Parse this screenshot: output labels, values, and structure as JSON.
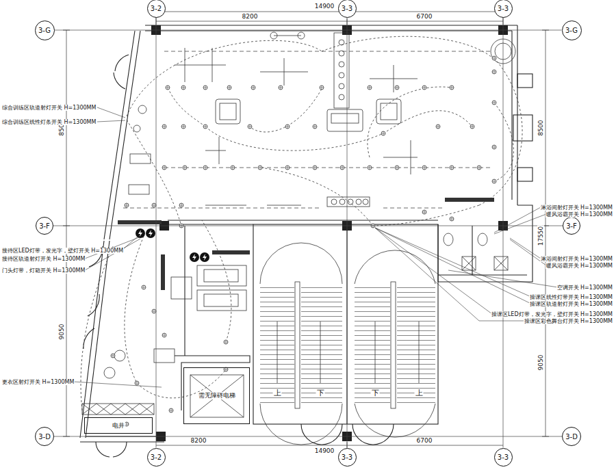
{
  "diagram": {
    "nodes": [
      {
        "text": [
          "3-2"
        ]
      },
      {
        "text": [
          "3-3"
        ]
      },
      {
        "text": [
          "3-3"
        ]
      },
      {
        "text": [
          "3-G"
        ]
      },
      {
        "text": [
          "3-F"
        ]
      },
      {
        "text": [
          "3-D"
        ]
      },
      {
        "text": [
          "3-G"
        ]
      },
      {
        "text": [
          "3-F"
        ]
      },
      {
        "text": [
          "3-D"
        ]
      },
      {
        "text": [
          "需无障碍电梯"
        ]
      },
      {
        "text": [
          "电井"
        ]
      },
      {
        "text": [
          "3-2"
        ]
      },
      {
        "text": [
          "3-3"
        ]
      },
      {
        "text": [
          "3-3"
        ]
      }
    ],
    "edges": [
      {
        "from": 0,
        "to": 11,
        "arrow": "none"
      },
      {
        "from": 1,
        "to": 12,
        "arrow": "none"
      },
      {
        "from": 2,
        "to": 13,
        "arrow": "none"
      },
      {
        "from": 3,
        "to": 6,
        "arrow": "none"
      },
      {
        "from": 4,
        "to": 7,
        "arrow": "none"
      },
      {
        "from": 5,
        "to": 8,
        "arrow": "none"
      }
    ],
    "labels": [
      "14900",
      "8200",
      "6700",
      "8500",
      "9050",
      "8500",
      "17550",
      "9050",
      "8200",
      "14900",
      "6700",
      "综合训练区轨道射灯开关 H=1300MM",
      "综合训练区线性灯条开关 H=1300MM",
      "接待区LED灯带，发光字，壁灯开关 H=1300MM",
      "接待区轨道射灯开关 H=1300MM",
      "门头灯带，灯箱开关 H=1300MM",
      "更衣区射灯开关 H=1300MM",
      "淋浴间射灯开关 H=1300MM",
      "暖风浴霸开关 H=1300MM",
      "淋浴间射灯开关 H=1300MM",
      "暖风浴霸开关 H=1300MM",
      "空调开关 H=1300MM",
      "操课区线性灯带开关 H=1300MM",
      "操课区轨道射灯开关 H=1300MM",
      "操课区LED灯带，发光字，壁灯开关 H=1300MM",
      "操课区彩色舞台灯开关 H=1300MM",
      "上",
      "下",
      "下",
      "上"
    ]
  }
}
